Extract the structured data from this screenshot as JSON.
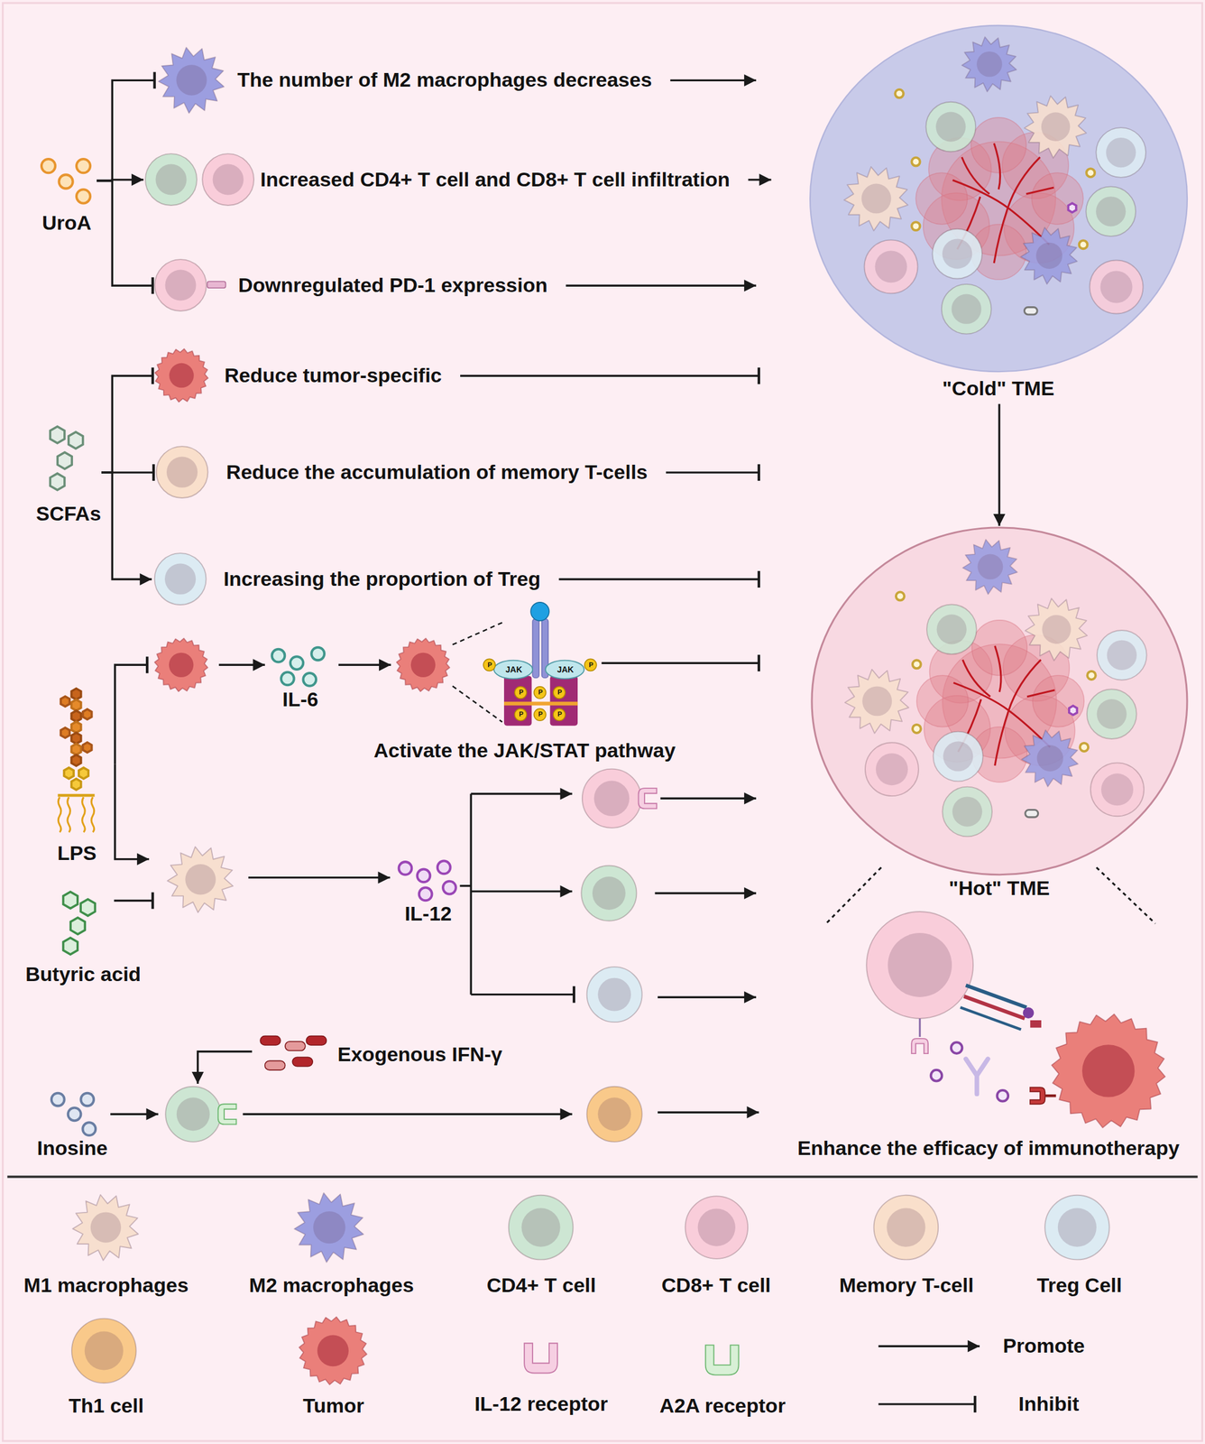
{
  "diagram": {
    "nodes": [
      {
        "text": [
          "UroA"
        ]
      },
      {
        "text": [
          "The number of M2 macrophages decreases"
        ]
      },
      {
        "text": [
          "Increased CD4+ T cell and CD8+ T cell infiltration"
        ]
      },
      {
        "text": [
          "Downregulated PD-1 expression"
        ]
      },
      {
        "text": [
          "\"Cold\" TME"
        ]
      },
      {
        "text": [
          "SCFAs"
        ]
      },
      {
        "text": [
          "Reduce tumor-specific"
        ]
      },
      {
        "text": [
          "Reduce the accumulation of memory T-cells"
        ]
      },
      {
        "text": [
          "Increasing the proportion of Treg"
        ]
      },
      {
        "text": [
          "\"Hot\" TME"
        ]
      },
      {
        "text": [
          "LPS"
        ]
      },
      {
        "text": [
          "IL-6"
        ]
      },
      {
        "text": [
          "Activate the JAK/STAT pathway"
        ]
      },
      {
        "text": [
          "Butyric acid"
        ]
      },
      {
        "text": [
          "IL-12"
        ]
      },
      {
        "text": [
          "Exogenous IFN-γ"
        ]
      },
      {
        "text": [
          "Inosine"
        ]
      }
    ],
    "edges": [
      {
        "from": 0,
        "to": 1,
        "arrow": "to"
      },
      {
        "from": 0,
        "to": 2,
        "arrow": "to"
      },
      {
        "from": 0,
        "to": 3,
        "arrow": "to"
      },
      {
        "from": 5,
        "to": 6,
        "arrow": "to"
      },
      {
        "from": 5,
        "to": 7,
        "arrow": "to"
      },
      {
        "from": 5,
        "to": 8,
        "arrow": "to"
      },
      {
        "from": 4,
        "to": 9,
        "arrow": "to"
      }
    ],
    "labels": [
      "JAK",
      "JAK",
      "P",
      "P",
      "P",
      "P",
      "P",
      "P",
      "P",
      "P",
      "Enhance the efficacy of immunotherapy"
    ],
    "legend": [
      {
        "text": "M1 macrophages",
        "color": "#f7dfcf"
      },
      {
        "text": "M2 macrophages",
        "color": "#9c9ee0"
      },
      {
        "text": "CD4+ T cell",
        "color": "#cde6d3"
      },
      {
        "text": "CD8+ T cell",
        "color": "#f9cdda"
      },
      {
        "text": "Memory T-cell",
        "color": "#f9dfcb"
      },
      {
        "text": "Treg Cell",
        "color": "#dcebf3"
      },
      {
        "text": "Th1 cell",
        "color": "#f9c98a"
      },
      {
        "text": "Tumor",
        "color": "#ea7f7a"
      },
      {
        "text": "IL-12 receptor"
      },
      {
        "text": "A2A receptor"
      },
      {
        "text": "Promote"
      },
      {
        "text": "Inhibit"
      }
    ]
  }
}
